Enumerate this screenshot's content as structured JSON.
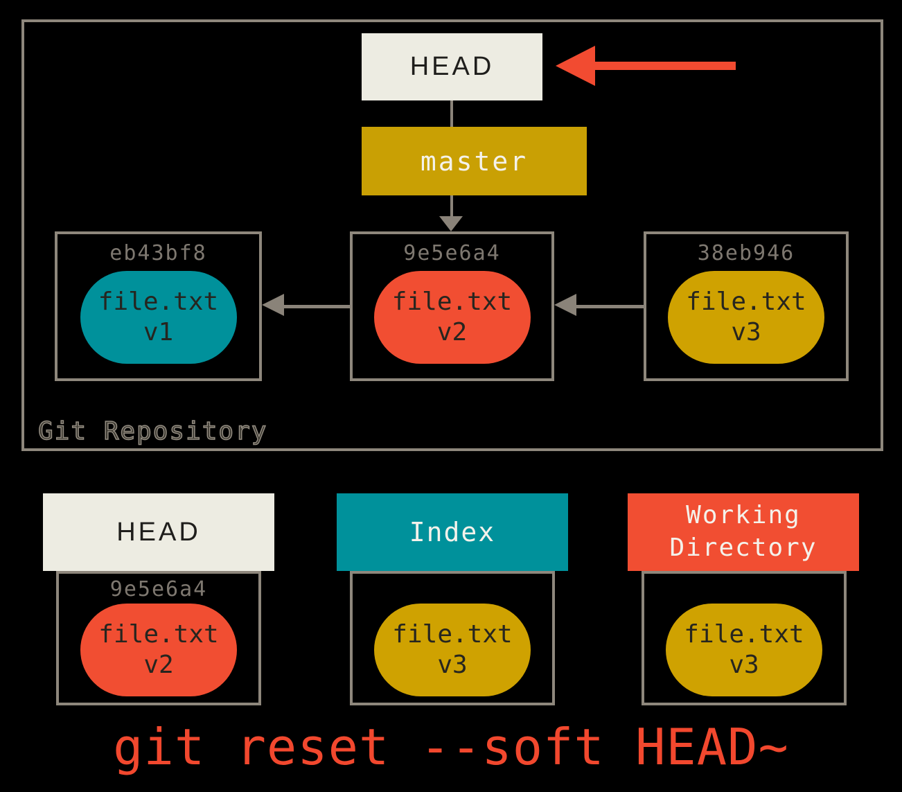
{
  "title": "Git reset soft diagram",
  "colors": {
    "background": "#000000",
    "off_white_box": "#EDECE2",
    "gold_branch": "#C9A004",
    "gold_pill": "#CFA201",
    "teal": "#00919B",
    "red": "#F14E32",
    "red_arrow": "#F24B31",
    "gray_border": "#8E877C",
    "gray_arrow": "#8A8379",
    "hash_text": "#7E7870",
    "command_text": "#F2482E"
  },
  "repository": {
    "label": "Git Repository",
    "head": {
      "label": "HEAD"
    },
    "branch": {
      "label": "master"
    },
    "commits": [
      {
        "hash": "eb43bf8",
        "file": "file.txt",
        "version": "v1"
      },
      {
        "hash": "9e5e6a4",
        "file": "file.txt",
        "version": "v2"
      },
      {
        "hash": "38eb946",
        "file": "file.txt",
        "version": "v3"
      }
    ]
  },
  "workspace": {
    "head": {
      "title": "HEAD",
      "hash": "9e5e6a4",
      "file": "file.txt",
      "version": "v2"
    },
    "index": {
      "title": "Index",
      "file": "file.txt",
      "version": "v3"
    },
    "working_directory": {
      "title": "Working Directory",
      "file": "file.txt",
      "version": "v3"
    }
  },
  "command": {
    "text": "git reset --soft HEAD~"
  }
}
